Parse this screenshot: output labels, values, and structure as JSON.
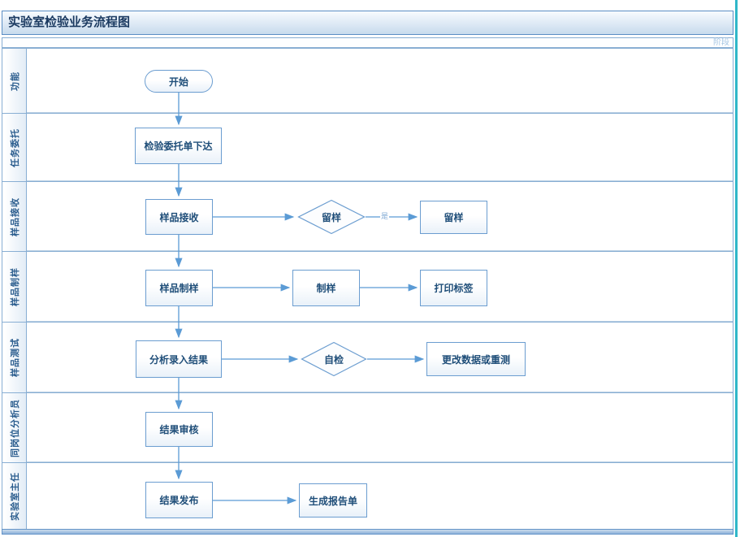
{
  "title": "实验室检验业务流程图",
  "phase_label": "阶段",
  "lanes": [
    {
      "label": "功能"
    },
    {
      "label": "任务委托"
    },
    {
      "label": "样品接收"
    },
    {
      "label": "样品制样"
    },
    {
      "label": "样品测试"
    },
    {
      "label": "同岗位分析员"
    },
    {
      "label": "实验室主任"
    }
  ],
  "nodes": {
    "start": {
      "label": "开始",
      "shape": "terminator"
    },
    "order_issue": {
      "label": "检验委托单下达",
      "shape": "process"
    },
    "sample_receive": {
      "label": "样品接收",
      "shape": "process"
    },
    "retain_decision": {
      "label": "留样",
      "shape": "decision"
    },
    "retain_sample": {
      "label": "留样",
      "shape": "process"
    },
    "sample_prep": {
      "label": "样品制样",
      "shape": "process"
    },
    "prep": {
      "label": "制样",
      "shape": "process"
    },
    "print_label": {
      "label": "打印标签",
      "shape": "process"
    },
    "analyze_enter": {
      "label": "分析录入结果",
      "shape": "process"
    },
    "self_check": {
      "label": "自检",
      "shape": "decision"
    },
    "modify_retest": {
      "label": "更改数据或重测",
      "shape": "process"
    },
    "result_review": {
      "label": "结果审核",
      "shape": "process"
    },
    "result_publish": {
      "label": "结果发布",
      "shape": "process"
    },
    "generate_report": {
      "label": "生成报告单",
      "shape": "process"
    }
  },
  "edge_labels": {
    "yes": "是"
  },
  "colors": {
    "shape_border": "#6b9dd0",
    "shape_text": "#1f4e79",
    "arrow": "#5b9bd5",
    "lane_border": "#88aed3",
    "title_text": "#1b3a61",
    "phase_text": "#a6c6e3",
    "canvas_edge_teal": "#2fb7c9"
  }
}
